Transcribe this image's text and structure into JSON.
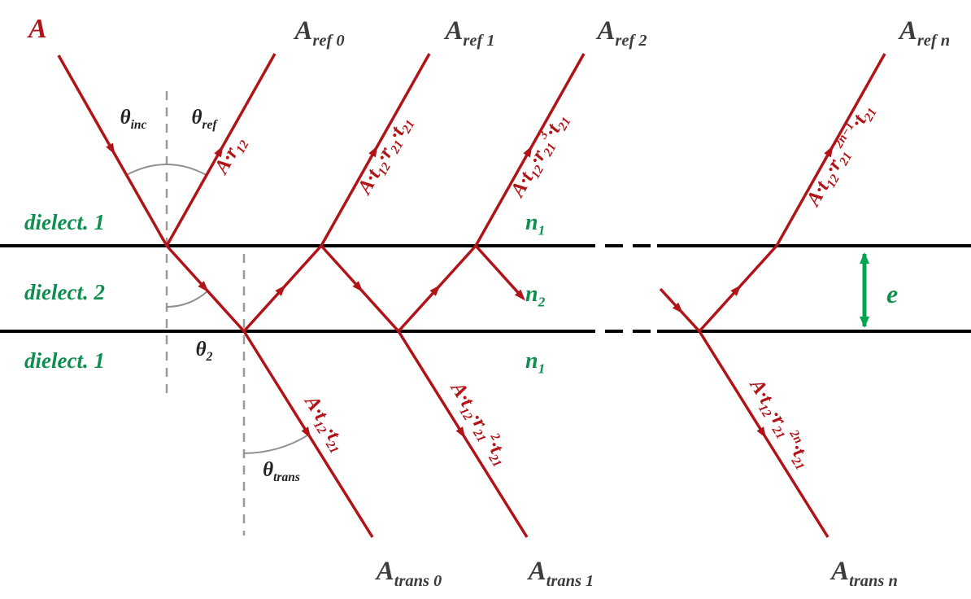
{
  "colors": {
    "ray": "#b01418",
    "interface": "#000000",
    "normal_dash": "#9b9b9b",
    "arc": "#909090",
    "green_text": "#0f8f4f",
    "green_arrow": "#00a551",
    "amplitude_label": "#3d3d3d",
    "angle_label": "#222222"
  },
  "labels": {
    "incident_amplitude": "A",
    "reflected": [
      "A_{ref 0}",
      "A_{ref 1}",
      "A_{ref 2}",
      "A_{ref n}"
    ],
    "transmitted": [
      "A_{trans 0}",
      "A_{trans 1}",
      "A_{trans n}"
    ],
    "ray_amplitudes": {
      "ref0": "A·r_{12}",
      "ref1": "A·t_{12}·r_{21}·t_{21}",
      "ref2": "A·t_{12}·r_{21}^{3}·t_{21}",
      "refn": "A·t_{12}·r_{21}^{2n−1}·t_{21}",
      "trans0": "A·t_{12}·t_{21}",
      "trans1": "A·t_{12}·r_{21}^{2}·t_{21}",
      "transn": "A·t_{12}·r_{21}^{2n}·t_{21}"
    },
    "angles": {
      "incident": "θ_{inc}",
      "reflected": "θ_{ref}",
      "refracted": "θ_{2}",
      "transmitted": "θ_{trans}"
    },
    "media": {
      "top": "dielect. 1",
      "middle": "dielect. 2",
      "bottom": "dielect. 1"
    },
    "indices": {
      "top": "n_{1}",
      "middle": "n_{2}",
      "bottom": "n_{1}"
    },
    "thickness": "e"
  }
}
